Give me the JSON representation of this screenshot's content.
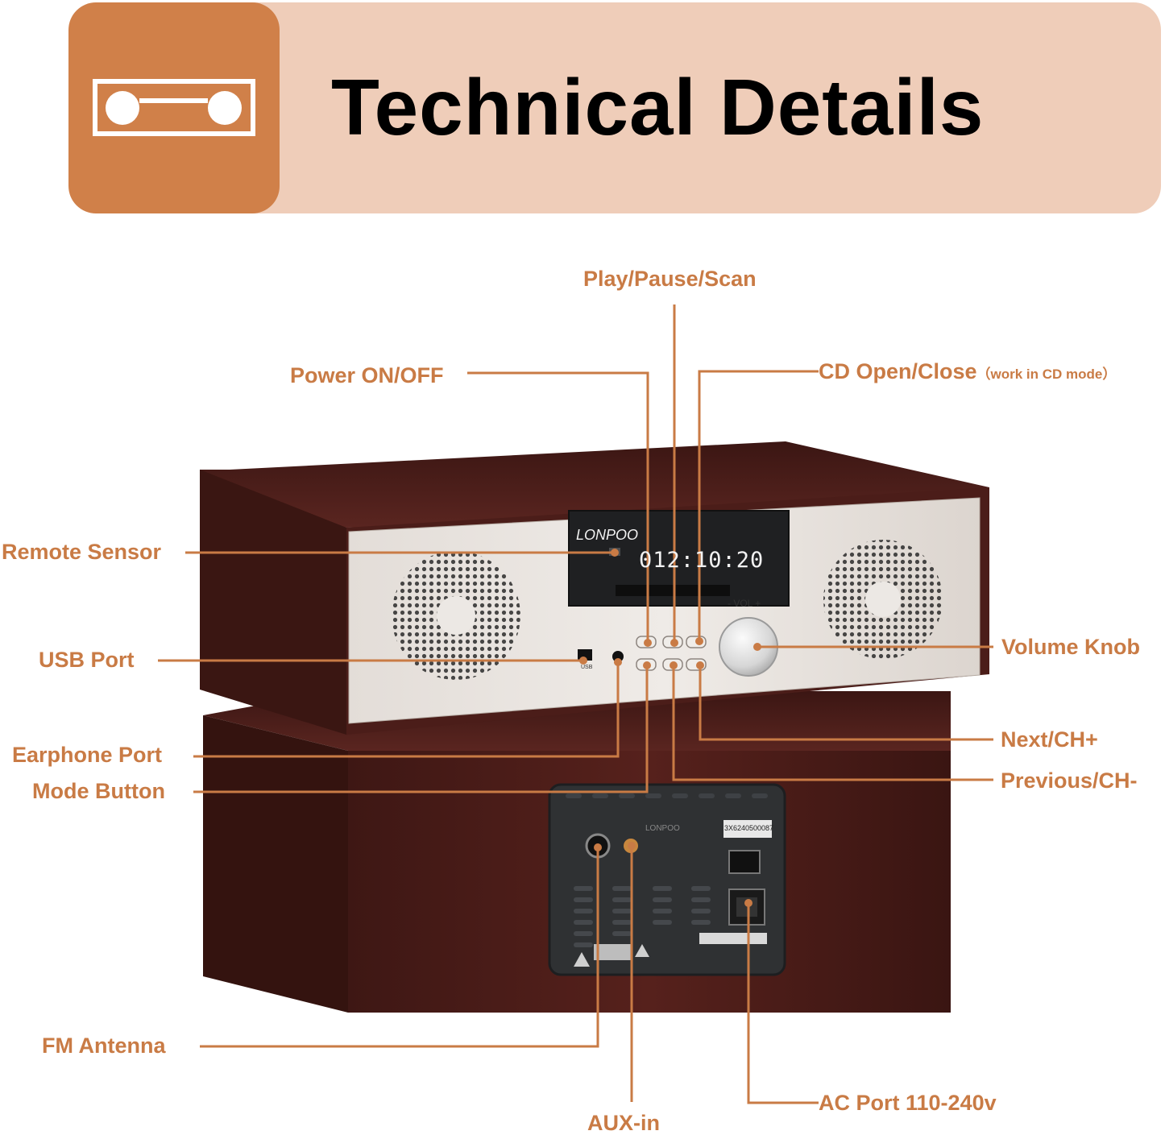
{
  "title": "Technical Details",
  "colors": {
    "accent": "#d08049",
    "banner": "#efcdb9",
    "label": "#c97b45",
    "wood": "#4a1c18"
  },
  "icons": {
    "header": "cassette-icon"
  },
  "device": {
    "brand": "LONPOO",
    "display_time": "012:10:20",
    "volume_label": "- VOL +",
    "usb_label": "USB",
    "back_label": "LONPOO",
    "serial": "3X6240500087"
  },
  "labels": {
    "play_pause": "Play/Pause/Scan",
    "power": "Power ON/OFF",
    "cd_open": "CD Open/Close",
    "cd_note": "（work in CD mode）",
    "remote_sensor": "Remote Sensor",
    "usb_port": "USB Port",
    "volume_knob": "Volume Knob",
    "next": "Next/CH+",
    "earphone": "Earphone Port",
    "previous": "Previous/CH-",
    "mode": "Mode Button",
    "fm": "FM Antenna",
    "ac": "AC Port 110-240v",
    "aux": "AUX-in"
  }
}
